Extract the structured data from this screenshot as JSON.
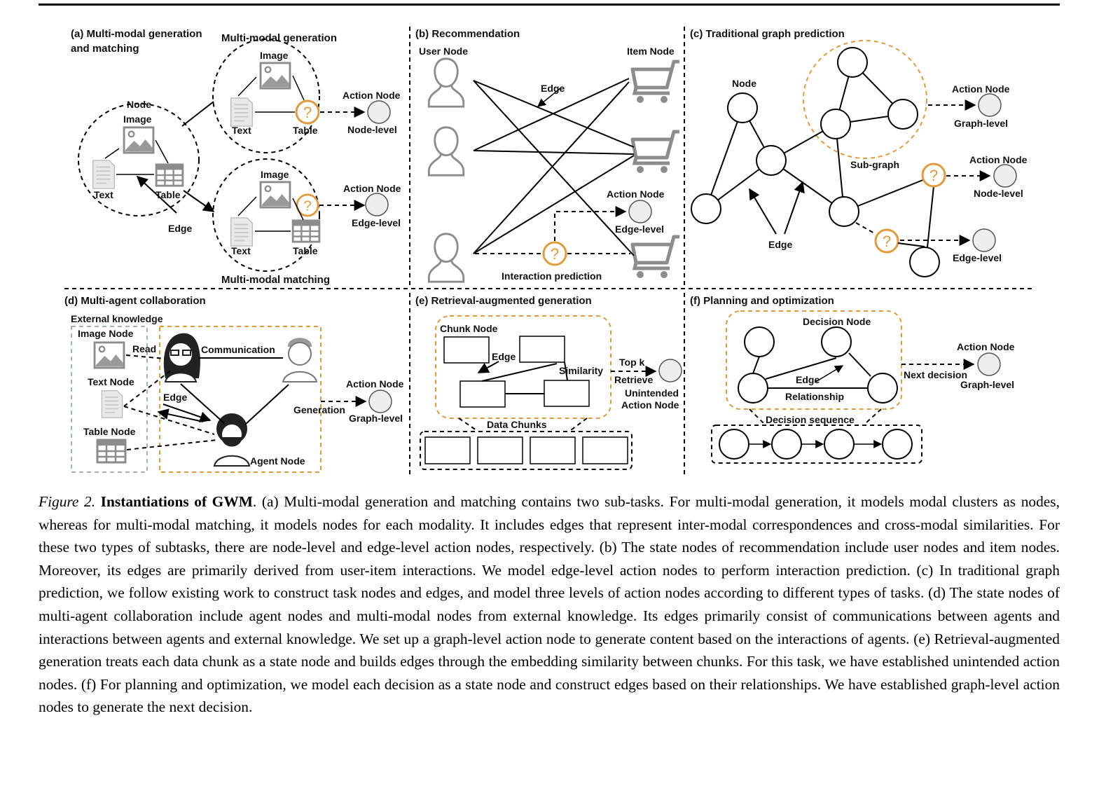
{
  "figure": {
    "panel_a": {
      "title": "(a) Multi-modal generation",
      "title_line2": "and matching",
      "top_title": "Multi-modal generation",
      "bottom_title": "Multi-modal matching",
      "node_label": "Node",
      "image": "Image",
      "text": "Text",
      "table": "Table",
      "edge": "Edge",
      "action_node": "Action Node",
      "node_level": "Node-level",
      "edge_level": "Edge-level"
    },
    "panel_b": {
      "title": "(b) Recommendation",
      "user_node": "User Node",
      "item_node": "Item Node",
      "edge": "Edge",
      "action_node": "Action Node",
      "edge_level": "Edge-level",
      "interaction": "Interaction prediction"
    },
    "panel_c": {
      "title": "(c) Traditional graph prediction",
      "node": "Node",
      "subgraph": "Sub-graph",
      "edge": "Edge",
      "action_node": "Action Node",
      "graph_level": "Graph-level",
      "node_level": "Node-level",
      "edge_level": "Edge-level"
    },
    "panel_d": {
      "title": "(d) Multi-agent collaboration",
      "external": "External knowledge",
      "image_node": "Image Node",
      "text_node": "Text Node",
      "table_node": "Table Node",
      "read": "Read",
      "communication": "Communication",
      "edge": "Edge",
      "generation": "Generation",
      "agent_node": "Agent Node",
      "action_node": "Action Node",
      "graph_level": "Graph-level"
    },
    "panel_e": {
      "title": "(e) Retrieval-augmented generation",
      "chunk_node": "Chunk Node",
      "edge": "Edge",
      "similarity": "Similarity",
      "top_k": "Top k",
      "retrieve": "Retrieve",
      "unintended": "Unintended",
      "action_node": "Action Node",
      "data_chunks": "Data Chunks"
    },
    "panel_f": {
      "title": "(f) Planning and optimization",
      "decision_node": "Decision Node",
      "edge": "Edge",
      "relationship": "Relationship",
      "decision_sequence": "Decision sequence",
      "next_decision": "Next decision",
      "action_node": "Action Node",
      "graph_level": "Graph-level"
    },
    "question_mark": "?"
  },
  "caption": {
    "label": "Figure 2.",
    "title": "Instantiations of GWM",
    "body": ". (a) Multi-modal generation and matching contains two sub-tasks. For multi-modal generation, it models modal clusters as nodes, whereas for multi-modal matching, it models nodes for each modality. It includes edges that represent inter-modal correspondences and cross-modal similarities. For these two types of subtasks, there are node-level and edge-level action nodes, respectively. (b) The state nodes of recommendation include user nodes and item nodes. Moreover, its edges are primarily derived from user-item interactions. We model edge-level action nodes to perform interaction prediction. (c) In traditional graph prediction, we follow existing work to construct task nodes and edges, and model three levels of action nodes according to different types of tasks. (d) The state nodes of multi-agent collaboration include agent nodes and multi-modal nodes from external knowledge. Its edges primarily consist of communications between agents and interactions between agents and external knowledge. We set up a graph-level action node to generate content based on the interactions of agents. (e) Retrieval-augmented generation treats each data chunk as a state node and builds edges through the embedding similarity between chunks. For this task, we have established unintended action nodes. (f) For planning and optimization, we model each decision as a state node and construct edges based on their relationships. We have established graph-level action nodes to generate the next decision."
  },
  "colors": {
    "accent_orange": "#e39a3a",
    "icon_gray": "#8c8c8c",
    "action_fill": "#eeeeee",
    "external_border": "#9fb3c8"
  }
}
